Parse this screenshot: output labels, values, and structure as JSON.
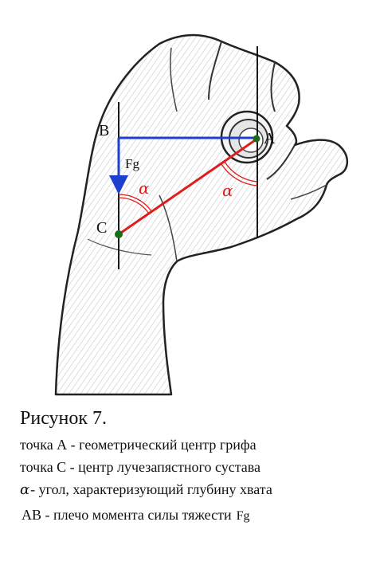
{
  "labels": {
    "point_a": "A",
    "point_b": "B",
    "point_c": "C",
    "force": "Fg",
    "angle_symbol": "α"
  },
  "caption": {
    "title": "Рисунок 7.",
    "lines": [
      "точка А - геометрический центр грифа",
      "точка С - центр лучезапястного сустава"
    ],
    "alpha_symbol": "α",
    "alpha_text": "- угол, характеризующий глубину хвата",
    "ab_text": "АВ - плечо момента силы тяжести",
    "ab_force": "Fg"
  },
  "colors": {
    "horizontal_line": "#1f3fd0",
    "force_arrow": "#1f3fd0",
    "diagonal_line": "#e01c1c",
    "angle_arcs": "#e01c1c",
    "points": "#1a6b1a",
    "outline": "#222222"
  }
}
